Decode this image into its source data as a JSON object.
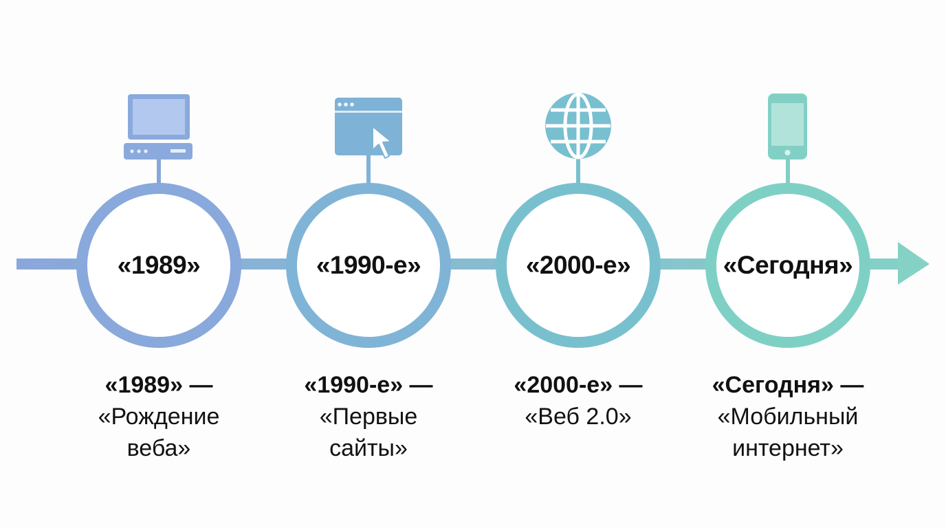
{
  "milestones": [
    {
      "label": "«1989»",
      "caption_head": "«1989» —",
      "caption_desc": "«Рождение веба»",
      "icon": "computer-icon",
      "color": "#89a8db"
    },
    {
      "label": "«1990-е»",
      "caption_head": "«1990-е» —",
      "caption_desc": "«Первые сайты»",
      "icon": "browser-window-icon",
      "color": "#7fb4d6"
    },
    {
      "label": "«2000-е»",
      "caption_head": "«2000-е» —",
      "caption_desc": "«Веб 2.0»",
      "icon": "globe-icon",
      "color": "#79c0cf"
    },
    {
      "label": "«Сегодня»",
      "caption_head": "«Сегодня» —",
      "caption_desc": "«Мобильный интернет»",
      "icon": "smartphone-icon",
      "color": "#7fd0c4"
    }
  ],
  "colors": {
    "line_start": "#8aa6dc",
    "line_end": "#84d2c5",
    "text": "#111111",
    "background": "#fdfdfd"
  }
}
